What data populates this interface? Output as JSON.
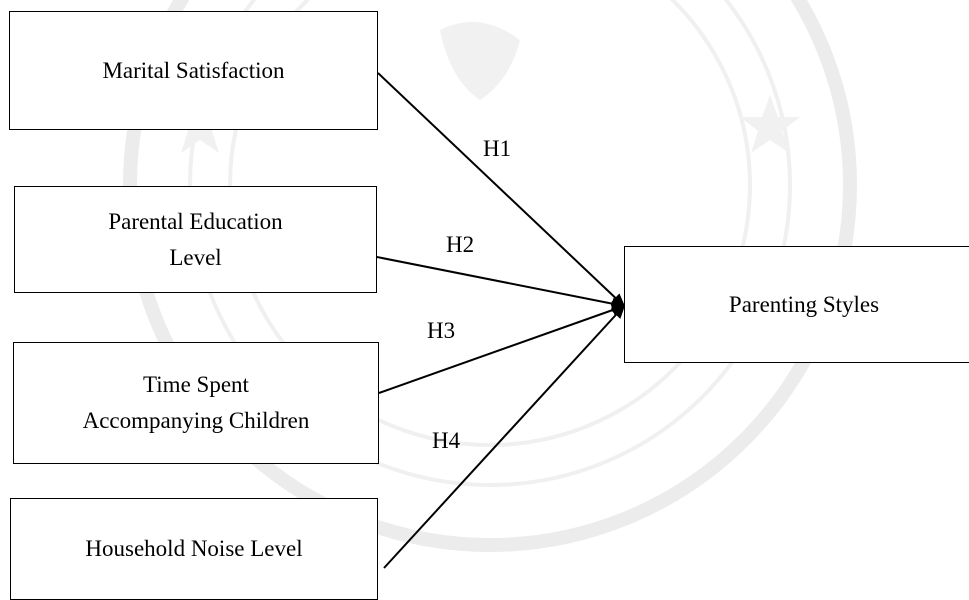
{
  "nodes": {
    "marital": {
      "lines": [
        "Marital Satisfaction"
      ]
    },
    "education": {
      "lines": [
        "Parental Education",
        "Level"
      ]
    },
    "time": {
      "lines": [
        "Time Spent",
        "Accompanying Children"
      ]
    },
    "noise": {
      "lines": [
        "Household Noise Level"
      ]
    },
    "parenting": {
      "lines": [
        "Parenting Styles"
      ]
    }
  },
  "edges": [
    {
      "from": "marital",
      "to": "parenting",
      "label": "H1"
    },
    {
      "from": "education",
      "to": "parenting",
      "label": "H2"
    },
    {
      "from": "time",
      "to": "parenting",
      "label": "H3"
    },
    {
      "from": "noise",
      "to": "parenting",
      "label": "H4"
    }
  ],
  "colors": {
    "line": "#000000",
    "watermark": "#e9e9e9"
  }
}
